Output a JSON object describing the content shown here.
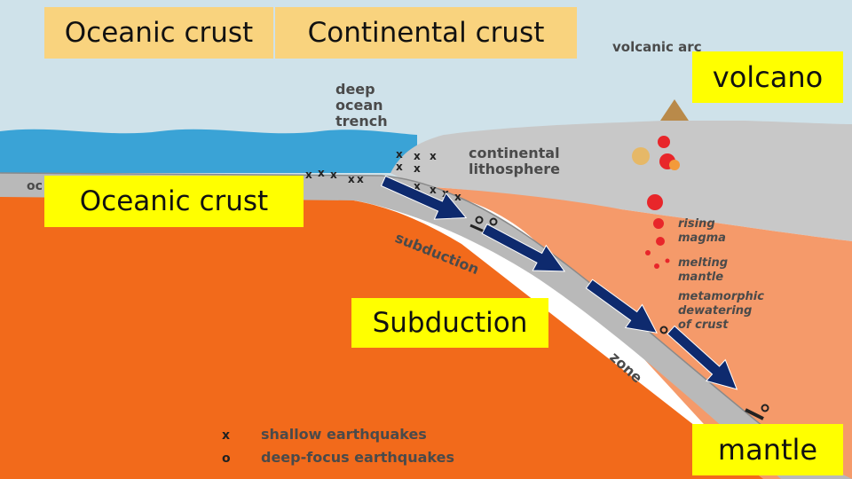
{
  "colors": {
    "sky": "#cfe2ea",
    "ocean": "#3aa3d6",
    "continent": "#c8c8c8",
    "mantle": "#f26a1b",
    "lithosphere": "#f59a6a",
    "slab": "#b9b9b9",
    "arrow": "#0e2a6e",
    "callout_yellow": "#ffff00",
    "callout_tan": "#f9d37e"
  },
  "callouts": {
    "oceanic_crust_top": "Oceanic crust",
    "continental_crust": "Continental crust",
    "volcano": "volcano",
    "oceanic_crust_mid": "Oceanic crust",
    "subduction": "Subduction",
    "mantle": "mantle"
  },
  "diagram_labels": {
    "volcanic_arc": "volcanic arc",
    "trench_line1": "deep",
    "trench_line2": "ocean",
    "trench_line3": "trench",
    "continental_line1": "continental",
    "continental_line2": "lithosphere",
    "rising_line1": "rising",
    "rising_line2": "magma",
    "melting_line1": "melting",
    "melting_line2": "mantle",
    "metamorphic_line1": "metamorphic",
    "metamorphic_line2": "dewatering",
    "metamorphic_line3": "of crust",
    "slab_subduction": "subduction",
    "slab_zone": "zone",
    "left_edge_fragment": "oc"
  },
  "legend": {
    "shallow_symbol": "x",
    "shallow_label": "shallow earthquakes",
    "deep_symbol": "o",
    "deep_label": "deep-focus earthquakes"
  },
  "icons": {
    "arrow": "subduction-direction-arrow-icon",
    "shallow": "shallow-earthquake-x-icon",
    "deep": "deep-earthquake-o-icon",
    "magma": "magma-blob-icon",
    "volcano": "volcano-peak-icon"
  }
}
